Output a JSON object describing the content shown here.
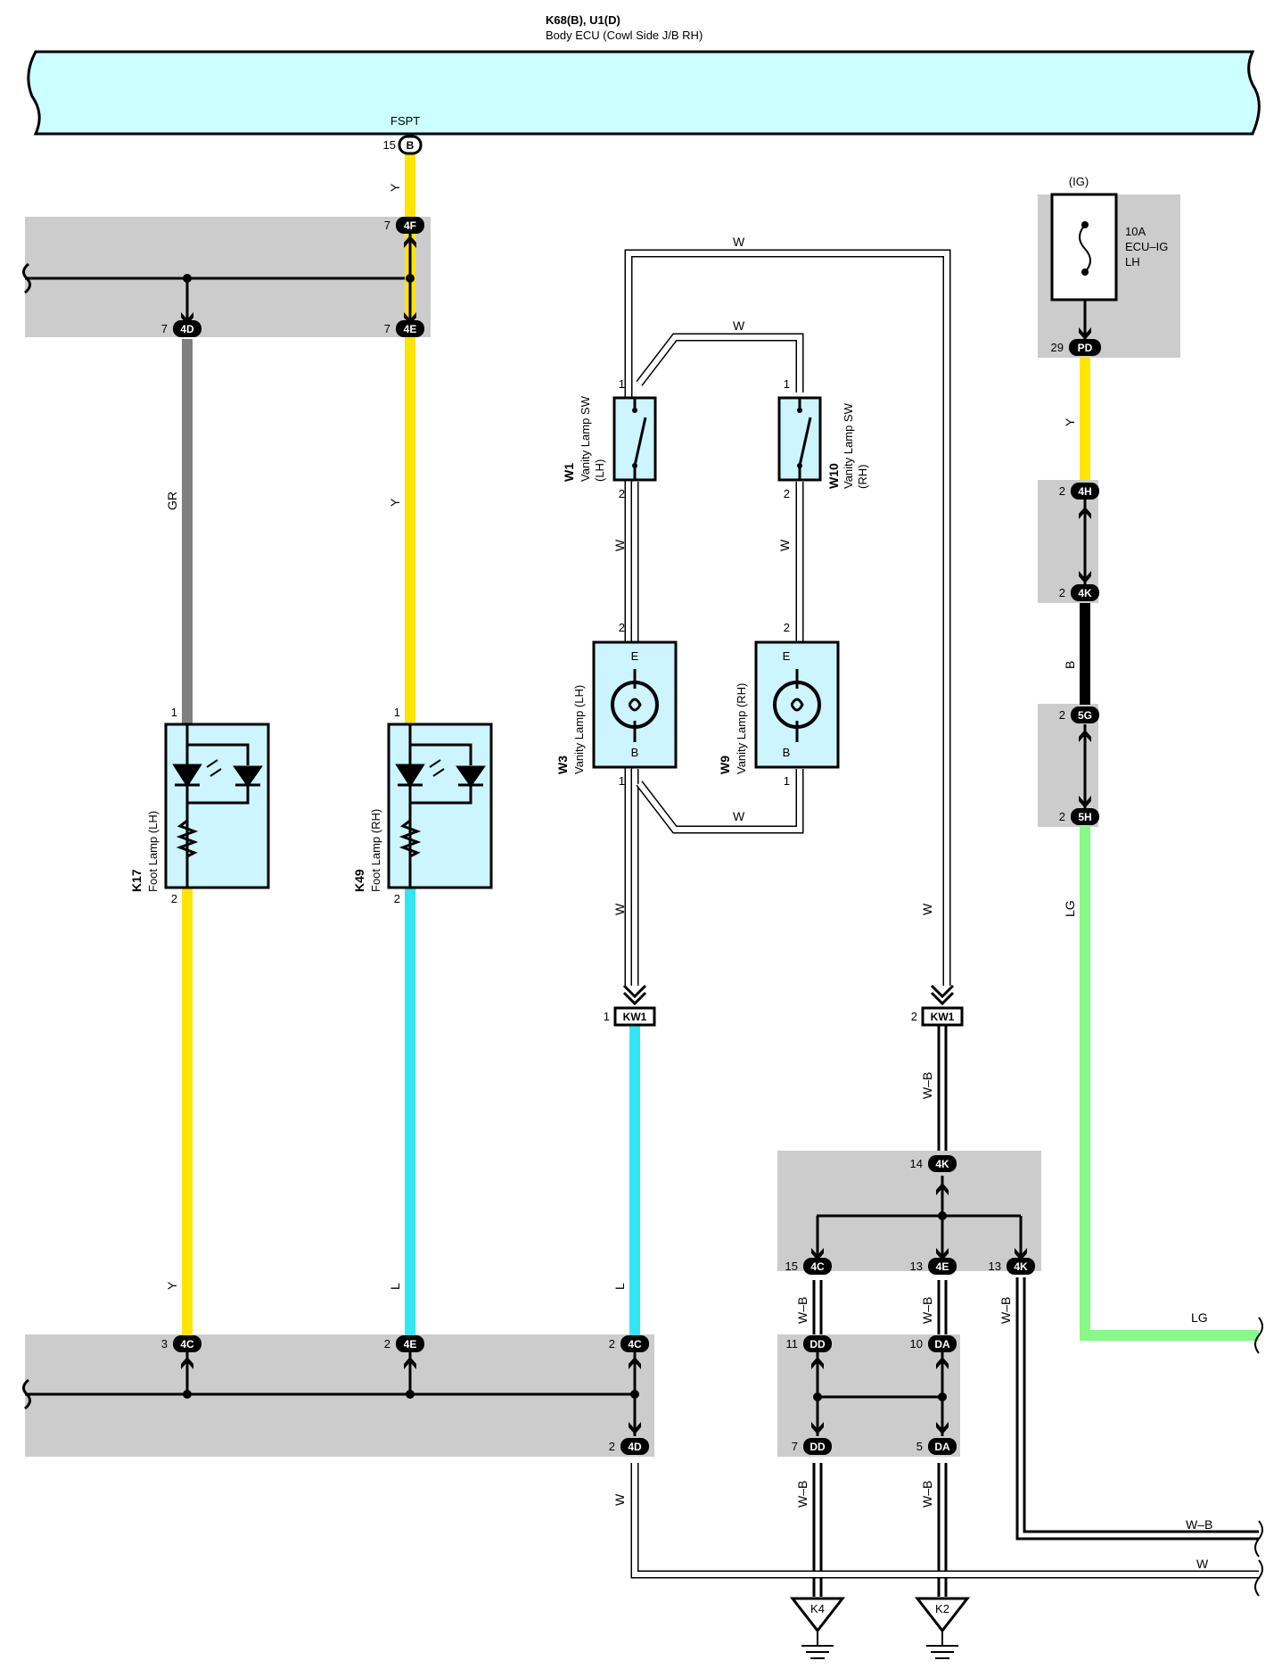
{
  "ecu": {
    "title": "K68(B), U1(D)",
    "subtitle": "Body ECU (Cowl Side J/B RH)",
    "terminal": "FSPT",
    "terminal_pin": "15",
    "terminal_conn": "B"
  },
  "connectors": {
    "c4F_top": {
      "pin": "7",
      "id": "4F"
    },
    "c4D_top": {
      "pin": "7",
      "id": "4D"
    },
    "c4E_top": {
      "pin": "7",
      "id": "4E"
    },
    "cPD": {
      "pin": "29",
      "id": "PD"
    },
    "c4H": {
      "pin": "2",
      "id": "4H"
    },
    "c4K_right": {
      "pin": "2",
      "id": "4K"
    },
    "c5G": {
      "pin": "2",
      "id": "5G"
    },
    "c5H": {
      "pin": "2",
      "id": "5H"
    },
    "kw1_left": {
      "pin": "1",
      "id": "KW1"
    },
    "kw1_right": {
      "pin": "2",
      "id": "KW1"
    },
    "c4K_mid": {
      "pin": "14",
      "id": "4K"
    },
    "c4C_mid": {
      "pin": "15",
      "id": "4C"
    },
    "c4E_mid": {
      "pin": "13",
      "id": "4E"
    },
    "c4K_r2": {
      "pin": "13",
      "id": "4K"
    },
    "cDD_top": {
      "pin": "11",
      "id": "DD"
    },
    "cDA_top": {
      "pin": "10",
      "id": "DA"
    },
    "cDD_bot": {
      "pin": "7",
      "id": "DD"
    },
    "cDA_bot": {
      "pin": "5",
      "id": "DA"
    },
    "c4C_b1": {
      "pin": "3",
      "id": "4C"
    },
    "c4E_b": {
      "pin": "2",
      "id": "4E"
    },
    "c4C_b2": {
      "pin": "2",
      "id": "4C"
    },
    "c4D_b": {
      "pin": "2",
      "id": "4D"
    }
  },
  "fuse": {
    "group": "(IG)",
    "rating": "10A",
    "name1": "ECU–IG",
    "name2": "LH"
  },
  "components": {
    "k17": {
      "id": "K17",
      "name": "Foot Lamp (LH)",
      "pin1": "1",
      "pin2": "2"
    },
    "k49": {
      "id": "K49",
      "name": "Foot Lamp (RH)",
      "pin1": "1",
      "pin2": "2"
    },
    "w1": {
      "id": "W1",
      "name": "Vanity Lamp SW",
      "side": "(LH)",
      "pin1": "1",
      "pin2": "2"
    },
    "w10": {
      "id": "W10",
      "name": "Vanity Lamp SW",
      "side": "(RH)",
      "pin1": "1",
      "pin2": "2"
    },
    "w3": {
      "id": "W3",
      "name": "Vanity Lamp (LH)",
      "pin_top": "2",
      "pin_bot": "1",
      "e": "E",
      "b": "B"
    },
    "w9": {
      "id": "W9",
      "name": "Vanity Lamp (RH)",
      "pin_top": "2",
      "pin_bot": "1",
      "e": "E",
      "b": "B"
    }
  },
  "grounds": {
    "k4": "K4",
    "k2": "K2"
  },
  "wires": {
    "y": "Y",
    "gr": "GR",
    "w": "W",
    "l": "L",
    "b": "B",
    "lg": "LG",
    "wb": "W–B"
  },
  "colors": {
    "ecu_fill": "#ccffff",
    "yellow": "#ffe400",
    "gray_wire": "#808080",
    "cyan": "#33e6f5",
    "light_green": "#88f888",
    "jb_gray": "#cccccc",
    "comp_fill": "#ccf5ff"
  }
}
